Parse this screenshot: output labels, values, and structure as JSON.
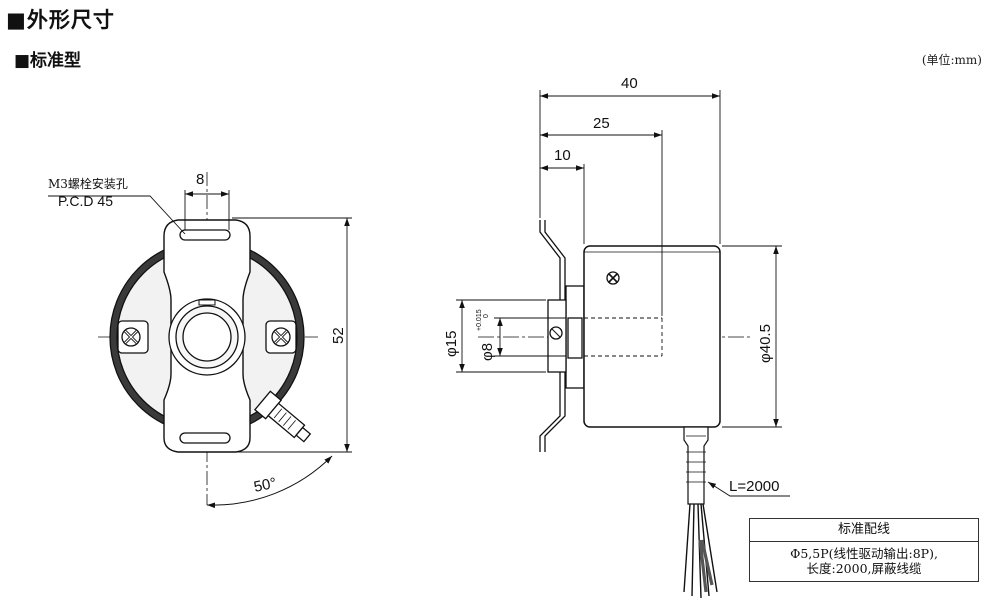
{
  "section_title": "■外形尺寸",
  "subsection_title": "■标准型",
  "unit_note": "(单位:mm)",
  "front_view": {
    "callout_line1": "M3螺栓安装孔",
    "callout_line2": "P.C.D 45",
    "dim_width": "8",
    "dim_height": "52",
    "dim_angle": "50°"
  },
  "side_view": {
    "dim_overall": "40",
    "dim_shaft_depth": "25",
    "dim_flange": "10",
    "dim_outer_dia": "φ40.5",
    "dim_boss_dia": "φ15",
    "dim_bore_dia": "φ8",
    "tol_upper": "+0.015",
    "tol_lower": "0",
    "cable_length": "L=2000"
  },
  "wiring": {
    "title": "标准配线",
    "line1": "Φ5,5P(线性驱动输出:8P),",
    "line2": "长度:2000,屏蔽线缆"
  }
}
